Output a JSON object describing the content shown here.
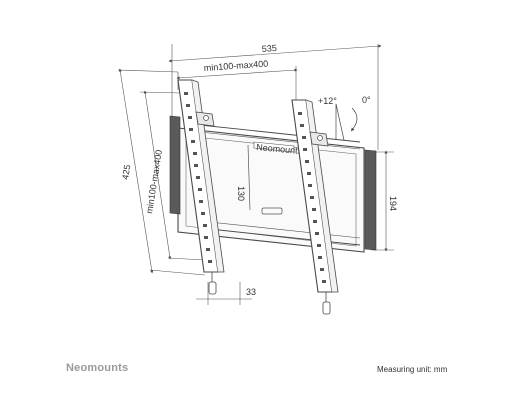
{
  "dimensions": {
    "total_width": "535",
    "vesa_horizontal": "min100-max400",
    "total_height": "425",
    "vesa_vertical": "min100-max400",
    "plate_height_inner": "130",
    "plate_height_outer": "194",
    "depth": "33"
  },
  "tilt": {
    "forward": "+12°",
    "neutral": "0°"
  },
  "plate_label": "Neomounts",
  "footer": {
    "brand": "Neomounts",
    "unit_note": "Measuring unit: mm"
  },
  "colors": {
    "line": "#4a4a4a",
    "pad": "#5a5a5a",
    "brand": "#9a9a9a"
  }
}
